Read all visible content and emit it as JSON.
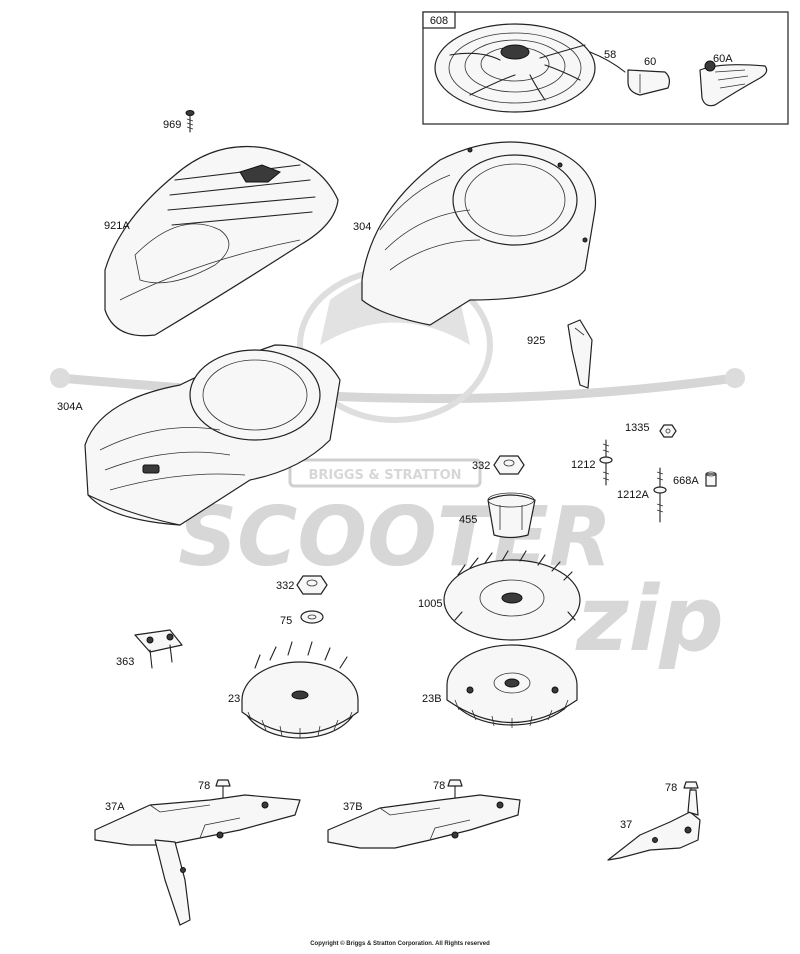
{
  "watermark": {
    "brand_plate": "BRIGGS & STRATTON",
    "word": "SCOOTER",
    "script": "zip"
  },
  "callouts": {
    "kit_box": "608",
    "p58": "58",
    "p60": "60",
    "p60A": "60A",
    "p969": "969",
    "p921A": "921A",
    "p304": "304",
    "p925": "925",
    "p304A": "304A",
    "p1335": "1335",
    "p332a": "332",
    "p1212": "1212",
    "p1212A": "1212A",
    "p668A": "668A",
    "p455": "455",
    "p332b": "332",
    "p75": "75",
    "p1005": "1005",
    "p363": "363",
    "p23": "23",
    "p23B": "23B",
    "p78a": "78",
    "p37A": "37A",
    "p78b": "78",
    "p37B": "37B",
    "p78c": "78",
    "p37": "37"
  },
  "footer": {
    "copyright": "Copyright © Briggs & Stratton Corporation. All Rights reserved"
  }
}
